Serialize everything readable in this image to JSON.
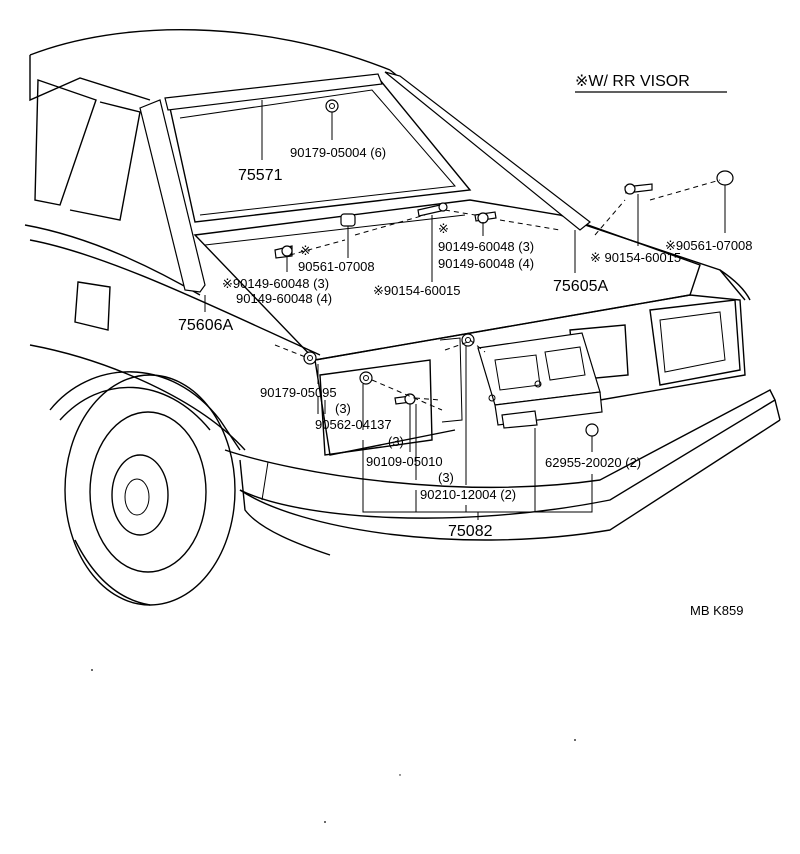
{
  "header": {
    "variant_note": "※W/ RR  VISOR"
  },
  "footer": {
    "figure_code": "MB  K859"
  },
  "callouts": {
    "p75571": "75571",
    "p90179_05004": "90179-05004 (6)",
    "p90149_60048_a_star": "※",
    "p90149_60048_a": "90149-60048 (3)",
    "p90149_60048_b": "90149-60048 (4)",
    "p90154_60015_right": "※ 90154-60015",
    "p90561_07008_right": "※90561-07008",
    "p90561_07008_left_star": "※",
    "p90561_07008_left": "90561-07008",
    "p90149_60048_c": "※90149-60048 (3)",
    "p90149_60048_d": "90149-60048 (4)",
    "p90154_60015_left": "※90154-60015",
    "p75605A": "75605A",
    "p75606A": "75606A",
    "p90179_05095": "90179-05095",
    "p90179_05095_qty": "(3)",
    "p90562_04137": "90562-04137",
    "p90562_04137_qty": "(3)",
    "p90109_05010": "90109-05010",
    "p90109_05010_qty": "(3)",
    "p90210_12004": "90210-12004 (2)",
    "p62955_20020": "62955-20020 (2)",
    "p75082": "75082"
  }
}
